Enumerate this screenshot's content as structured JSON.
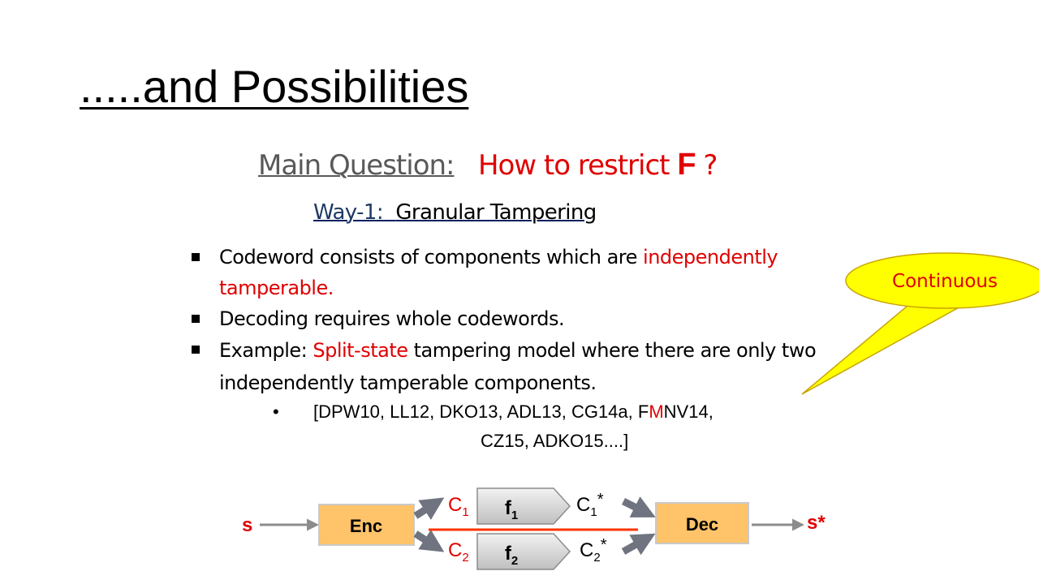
{
  "slide": {
    "title": ".....and Possibilities",
    "question_label": "Main Question:",
    "question_text": "How to restrict",
    "question_symbol": "F",
    "question_mark": "?",
    "way_label": "Way-1:",
    "way_text": "Granular Tampering",
    "bullets": [
      {
        "prefix": "Codeword consists of components which are ",
        "highlight": "independently tamperable.",
        "suffix": ""
      },
      {
        "prefix": "Decoding requires whole codewords.",
        "highlight": "",
        "suffix": ""
      },
      {
        "prefix": "Example: ",
        "highlight": "Split-state",
        "suffix": " tampering model where there are only two independently tamperable components."
      }
    ],
    "refs": {
      "bullet": "•",
      "line1_a": "[DPW10, LL12, DKO13, ADL13, CG14a, F",
      "line1_red": "M",
      "line1_b": "NV14,",
      "line2": "CZ15, ADKO15....]"
    },
    "callout_text": "Continuous",
    "diagram": {
      "input": "s",
      "enc": "Enc",
      "dec": "Dec",
      "output": "s*",
      "c1": "C",
      "c1_sub": "1",
      "c2": "C",
      "c2_sub": "2",
      "c1s": "C",
      "c1s_sub": "1",
      "c1s_sup": "*",
      "c2s": "C",
      "c2s_sub": "2",
      "c2s_sup": "*",
      "f1": "f",
      "f1_sub": "1",
      "f2": "f",
      "f2_sub": "2"
    },
    "colors": {
      "accent_red": "#e00000",
      "box_orange": "#ffc36a",
      "callout_yellow": "#ffff00"
    }
  }
}
